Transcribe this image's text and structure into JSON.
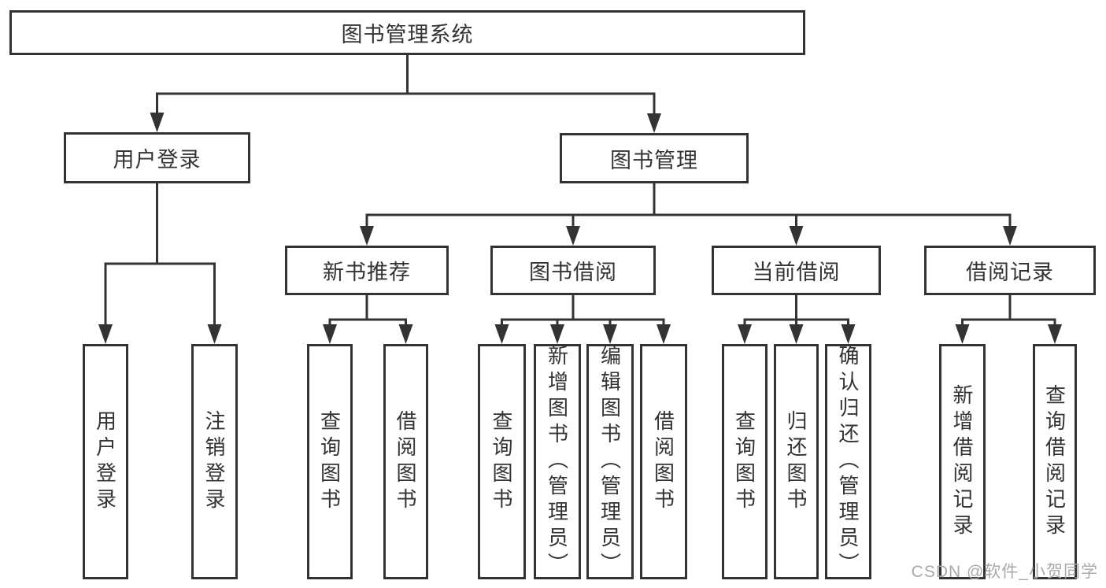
{
  "diagram": {
    "title": "图书管理系统",
    "watermark": "CSDN @软件_小贺同学",
    "colors": {
      "line": "#333333",
      "border": "#333333",
      "text": "#333333",
      "background": "#ffffff",
      "watermark": "#a9a9a9"
    },
    "nodes": [
      {
        "id": "root",
        "label": "图书管理系统",
        "parent": null,
        "orientation": "horizontal"
      },
      {
        "id": "login",
        "label": "用户登录",
        "parent": "root",
        "orientation": "horizontal"
      },
      {
        "id": "mgmt",
        "label": "图书管理",
        "parent": "root",
        "orientation": "horizontal"
      },
      {
        "id": "new-books",
        "label": "新书推荐",
        "parent": "mgmt",
        "orientation": "horizontal"
      },
      {
        "id": "book-borrow",
        "label": "图书借阅",
        "parent": "mgmt",
        "orientation": "horizontal"
      },
      {
        "id": "current-borrow",
        "label": "当前借阅",
        "parent": "mgmt",
        "orientation": "horizontal"
      },
      {
        "id": "borrow-records",
        "label": "借阅记录",
        "parent": "mgmt",
        "orientation": "horizontal"
      },
      {
        "id": "login-user",
        "label": "用户登录",
        "parent": "login",
        "orientation": "vertical"
      },
      {
        "id": "login-logout",
        "label": "注销登录",
        "parent": "login",
        "orientation": "vertical"
      },
      {
        "id": "nb-query",
        "label": "查询图书",
        "parent": "new-books",
        "orientation": "vertical"
      },
      {
        "id": "nb-borrow",
        "label": "借阅图书",
        "parent": "new-books",
        "orientation": "vertical"
      },
      {
        "id": "bb-query",
        "label": "查询图书",
        "parent": "book-borrow",
        "orientation": "vertical"
      },
      {
        "id": "bb-add",
        "label": "新增图书（管理员）",
        "parent": "book-borrow",
        "orientation": "vertical"
      },
      {
        "id": "bb-edit",
        "label": "编辑图书（管理员）",
        "parent": "book-borrow",
        "orientation": "vertical"
      },
      {
        "id": "bb-borrow",
        "label": "借阅图书",
        "parent": "book-borrow",
        "orientation": "vertical"
      },
      {
        "id": "cb-query",
        "label": "查询图书",
        "parent": "current-borrow",
        "orientation": "vertical"
      },
      {
        "id": "cb-return",
        "label": "归还图书",
        "parent": "current-borrow",
        "orientation": "vertical"
      },
      {
        "id": "cb-confirm",
        "label": "确认归还（管理员）",
        "parent": "current-borrow",
        "orientation": "vertical"
      },
      {
        "id": "br-add",
        "label": "新增借阅记录",
        "parent": "borrow-records",
        "orientation": "vertical"
      },
      {
        "id": "br-query",
        "label": "查询借阅记录",
        "parent": "borrow-records",
        "orientation": "vertical"
      }
    ]
  }
}
